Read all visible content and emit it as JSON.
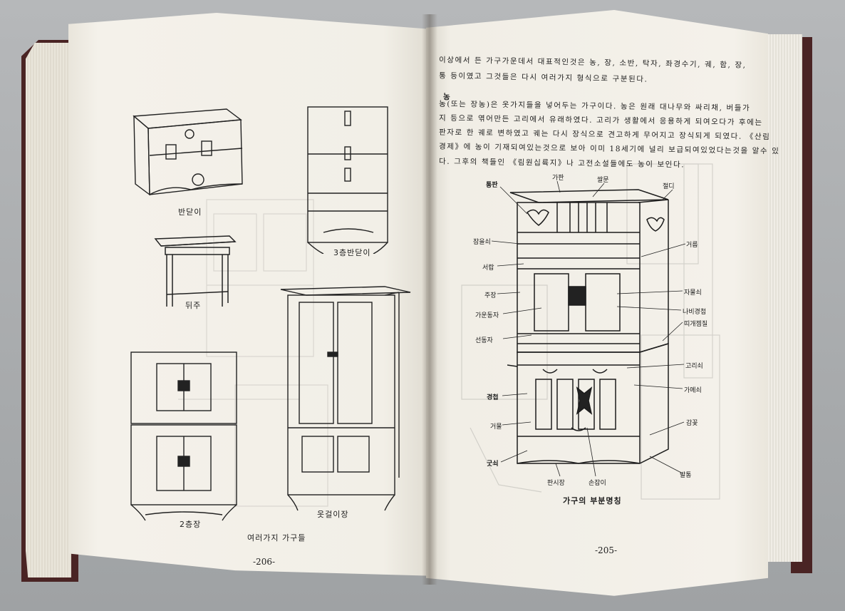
{
  "left_page": {
    "page_number": "-206-",
    "figure_caption": "여러가지 가구들",
    "drawing_labels": {
      "bandaji": "반닫이",
      "bandaji_3": "3층반닫이",
      "dwiju": "뒤주",
      "jang_2": "2층장",
      "otgeori_jang": "옷걸이장"
    }
  },
  "right_page": {
    "page_number": "-205-",
    "paragraph_lines": [
      "이상에서 든 가구가운데서 대표적인것은 농, 장, 소반, 탁자, 좌경수기, 궤, 함, 장,",
      "통 등이였고 그것들은 다시 여러가지 형식으로 구분된다.",
      "농",
      "농(또는 장농)은 옷가지들을 넣어두는 가구이다. 농은 원래 대나무와 싸리채, 버들가",
      "지 등으로 엮어만든 고리에서 유래하였다. 고리가 생활에서 응용하게 되여오다가 후에는",
      "판자로 한 궤로 변하였고 궤는 다시 장식으로 견고하게 무어지고 장식되게 되였다. 《산림",
      "경제》에 농이 기재되여있는것으로 보아 이미 18세기에 널리 보급되여있었다는것을 알수 있",
      "다. 그후의 책들인 《림원십륙지》나 고전소설들에도 농이 보인다."
    ],
    "figure_caption": "가구의 부분명칭",
    "part_labels": {
      "tongpan": "통판",
      "gapan": "가판",
      "ssalmun": "쌀문",
      "jeoldi": "절디",
      "jamulsoe": "잠을쇠",
      "georeum": "거름",
      "seorap": "서랍",
      "jujang": "주장",
      "jagomulsoe": "자물쇠",
      "gaeundongja": "가운동자",
      "nabigyeongcheop": "나비경첩",
      "heundongja": "선동자",
      "ddidaejeom": "띠개젬질",
      "gyeongcheop": "경첩",
      "goriseo": "고리쇠",
      "geomul": "거물",
      "gamesoe": "가메쇠",
      "gakkum": "감꽃",
      "gutsoe": "굿쇠",
      "balcheong": "발통",
      "pansijang": "판시장",
      "sonjapi": "손잡이"
    }
  },
  "colors": {
    "cover": "#4a2424",
    "paper": "#f3f0e8",
    "ink": "#1d1d1d",
    "background": "#9ea1a3"
  }
}
